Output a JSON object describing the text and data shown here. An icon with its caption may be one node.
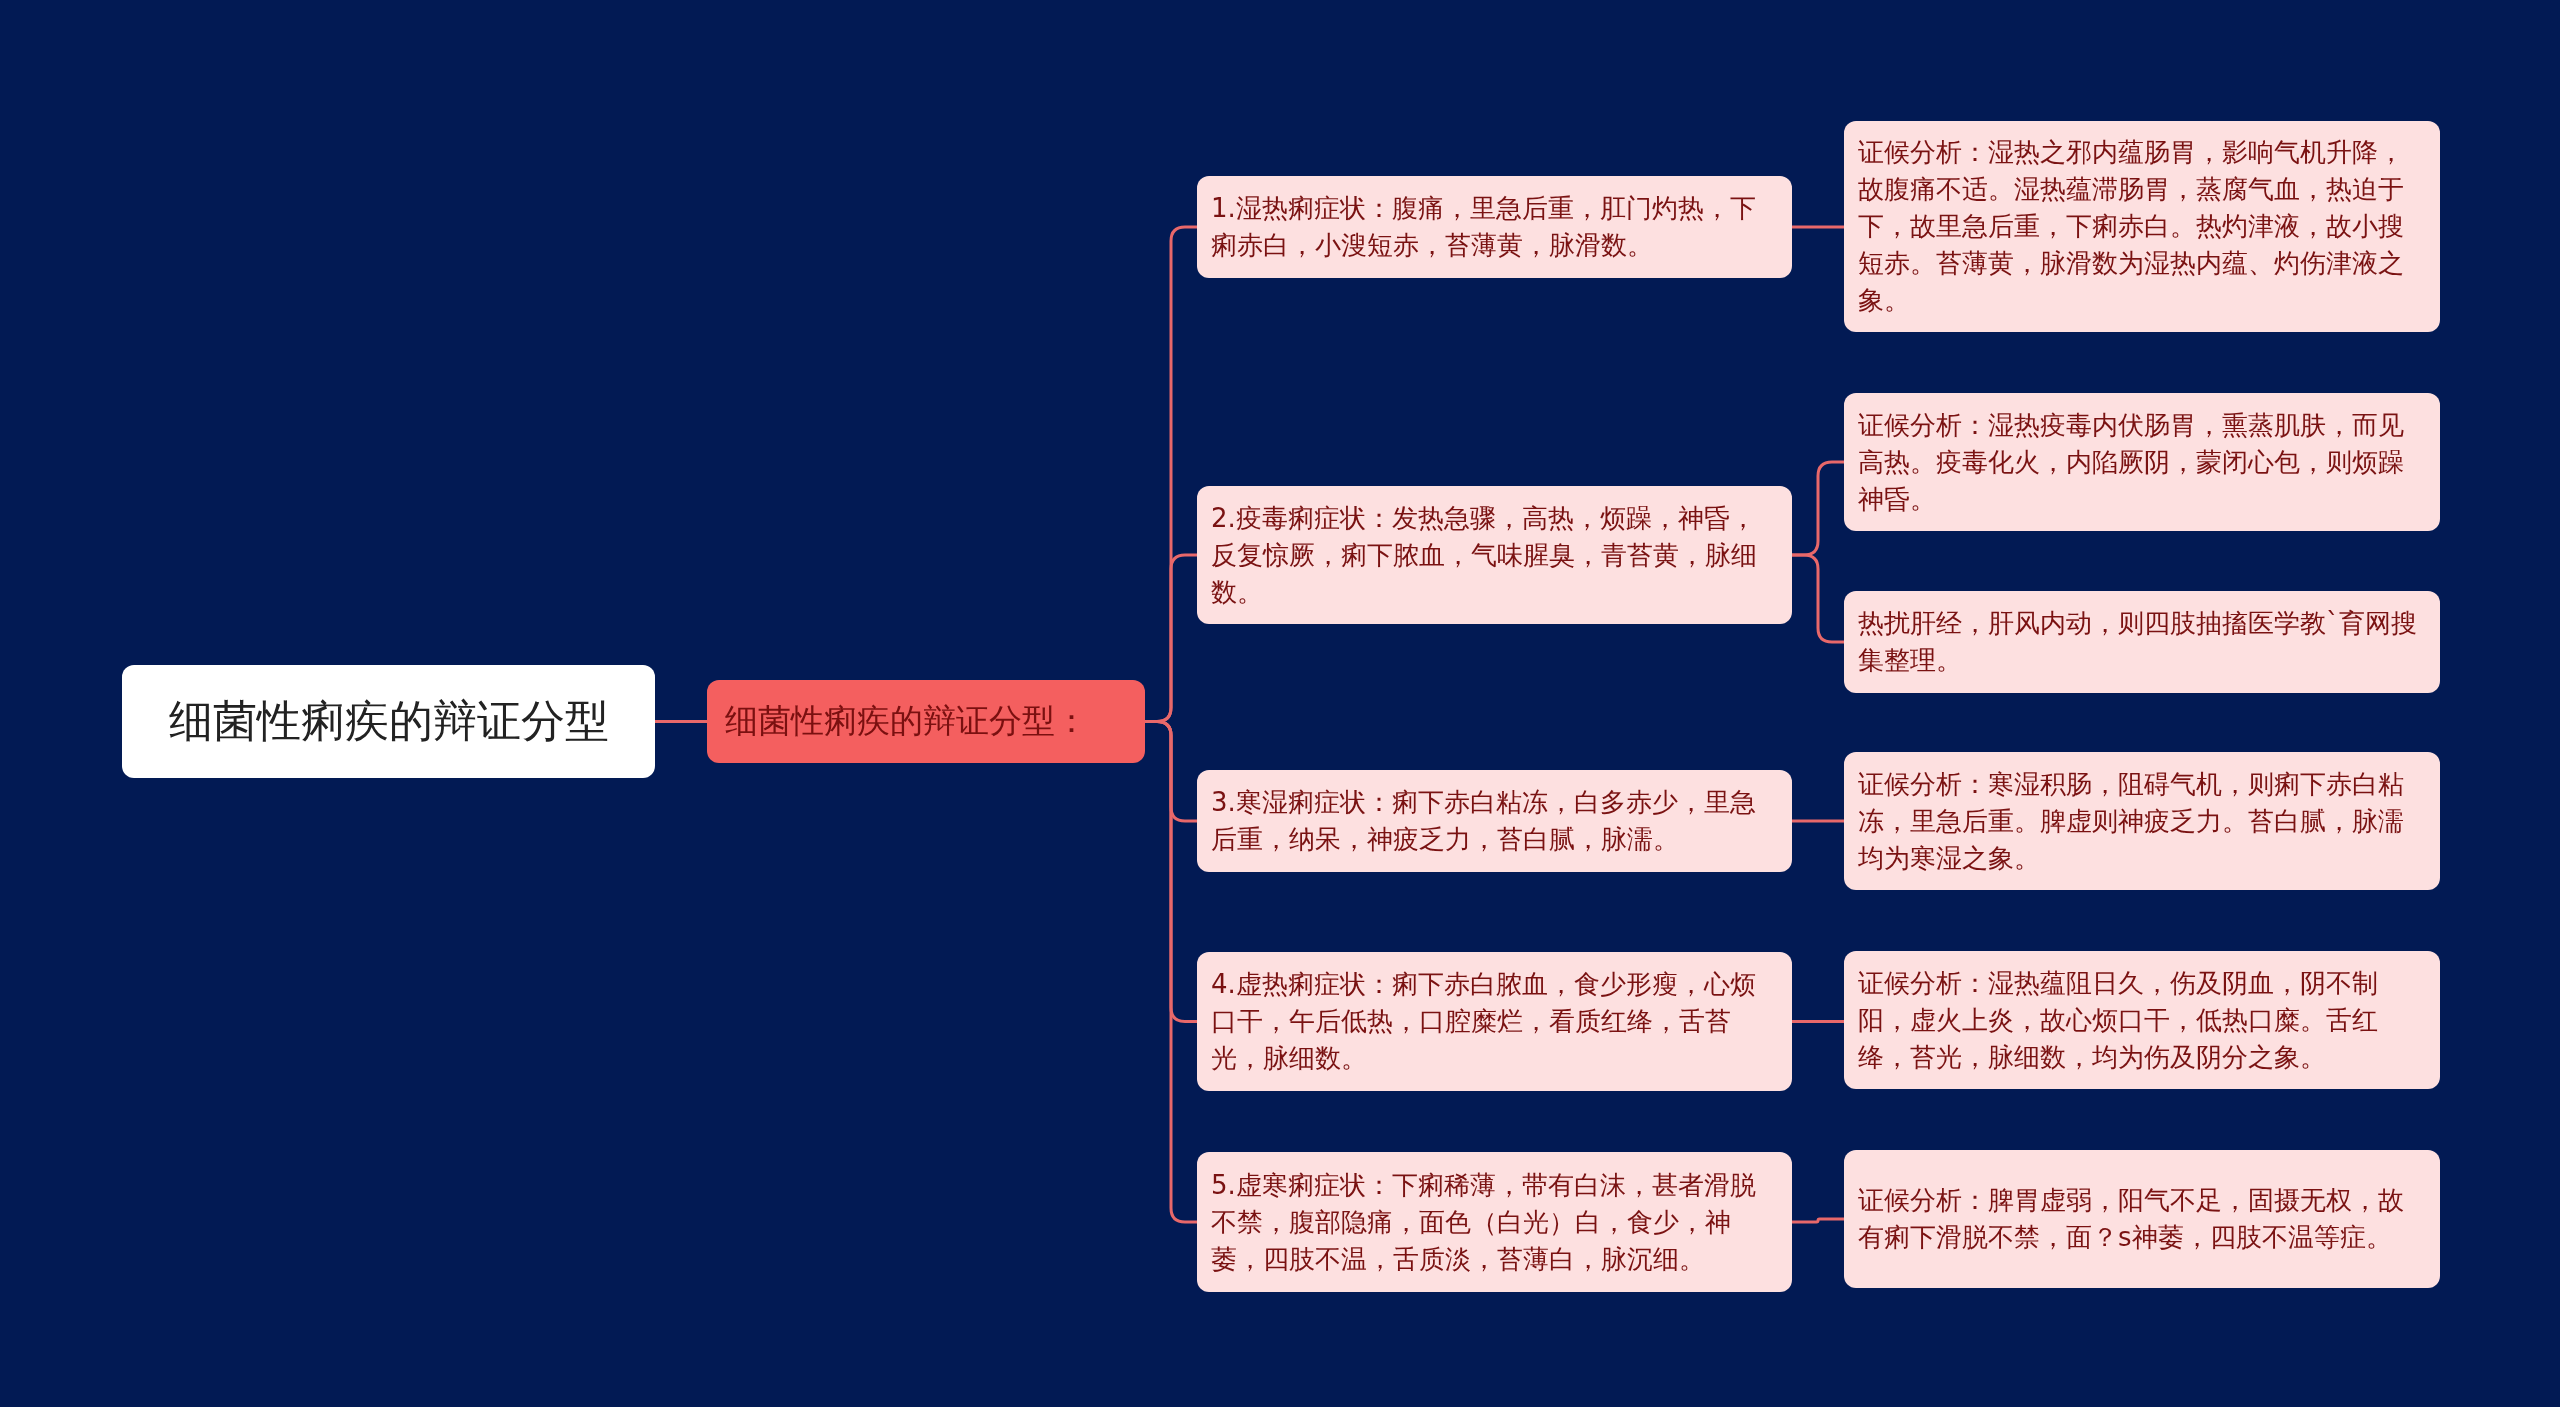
{
  "diagram": {
    "nodes": [
      {
        "text": [
          "细菌性痢疾的辩证分型"
        ]
      },
      {
        "text": [
          "细菌性痢疾的辩证分型："
        ]
      },
      {
        "text": [
          "1.湿热痢症状：腹痛，里急后重，肛门灼热，下痢赤白，小溲短赤，苔薄黄，脉滑数。"
        ]
      },
      {
        "text": [
          "证候分析：湿热之邪内蕴肠胃，影响气机升降，故腹痛不适。湿热蕴滞肠胃，蒸腐气血，热迫于下，故里急后重，下痢赤白。热灼津液，故小搜短赤。苔薄黄，脉滑数为湿热内蕴、灼伤津液之象。"
        ]
      },
      {
        "text": [
          "2.疫毒痢症状：发热急骤，高热，烦躁，神昏，反复惊厥，痢下脓血，气味腥臭，青苔黄，脉细数。"
        ]
      },
      {
        "text": [
          "证候分析：湿热疫毒内伏肠胃，熏蒸肌肤，而见高热。疫毒化火，内陷厥阴，蒙闭心包，则烦躁神昏。"
        ]
      },
      {
        "text": [
          "热扰肝经，肝风内动，则四肢抽搐医学教`育网搜集整理。"
        ]
      },
      {
        "text": [
          "3.寒湿痢症状：痢下赤白粘冻，白多赤少，里急后重，纳呆，神疲乏力，苔白腻，脉濡。"
        ]
      },
      {
        "text": [
          "证候分析：寒湿积肠，阻碍气机，则痢下赤白粘冻，里急后重。脾虚则神疲乏力。苔白腻，脉濡均为寒湿之象。"
        ]
      },
      {
        "text": [
          "4.虚热痢症状：痢下赤白脓血，食少形瘦，心烦口干，午后低热，口腔糜烂，看质红绛，舌苔光，脉细数。"
        ]
      },
      {
        "text": [
          "证候分析：湿热蕴阻日久，伤及阴血，阴不制阳，虚火上炎，故心烦口干，低热口糜。舌红绛，苔光，脉细数，均为伤及阴分之象。"
        ]
      },
      {
        "text": [
          "5.虚寒痢症状：下痢稀薄，带有白沫，甚者滑脱不禁，腹部隐痛，面色（白光）白，食少，神萎，四肢不温，舌质淡，苔薄白，脉沉细。"
        ]
      },
      {
        "text": [
          "证候分析：脾胃虚弱，阳气不足，固摄无权，故有痢下滑脱不禁，面？s神萎，四肢不温等症。"
        ]
      }
    ],
    "edges": [
      {
        "from": 0,
        "to": 1,
        "arrow": "none"
      },
      {
        "from": 1,
        "to": 2,
        "arrow": "none"
      },
      {
        "from": 1,
        "to": 4,
        "arrow": "none"
      },
      {
        "from": 1,
        "to": 7,
        "arrow": "none"
      },
      {
        "from": 1,
        "to": 9,
        "arrow": "none"
      },
      {
        "from": 1,
        "to": 11,
        "arrow": "none"
      },
      {
        "from": 2,
        "to": 3,
        "arrow": "none"
      },
      {
        "from": 4,
        "to": 5,
        "arrow": "none"
      },
      {
        "from": 4,
        "to": 6,
        "arrow": "none"
      },
      {
        "from": 7,
        "to": 8,
        "arrow": "none"
      },
      {
        "from": 9,
        "to": 10,
        "arrow": "none"
      },
      {
        "from": 11,
        "to": 12,
        "arrow": "none"
      }
    ]
  }
}
